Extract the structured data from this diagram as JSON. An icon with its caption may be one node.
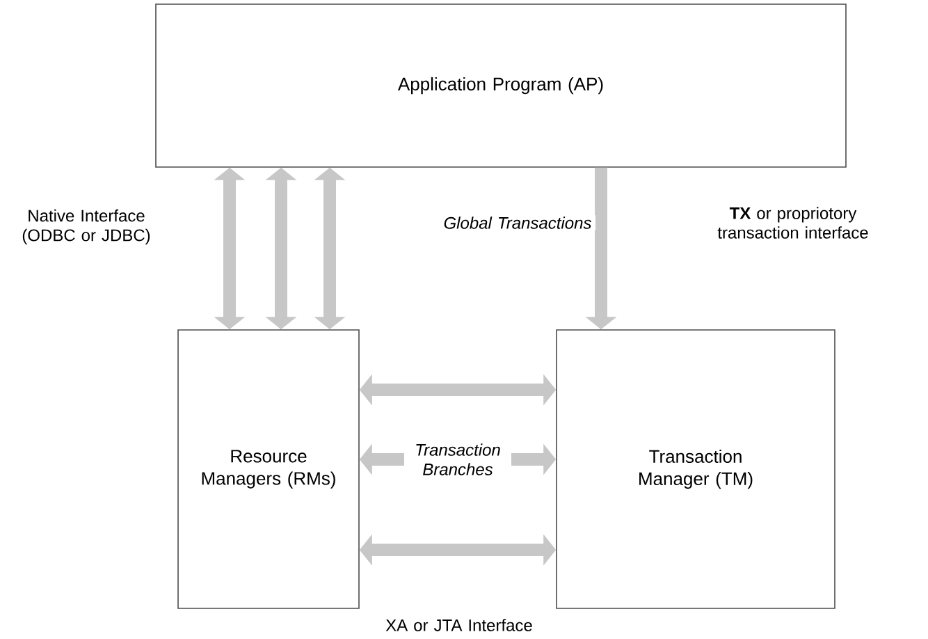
{
  "diagram": {
    "nodes": [
      {
        "text": [
          "Application Program (AP)"
        ]
      },
      {
        "text": [
          "Resource Managers (RMs)"
        ]
      },
      {
        "text": [
          "Transaction Manager (TM)"
        ]
      }
    ],
    "edges": [
      {
        "from": 0,
        "to": 1,
        "arrow": "both",
        "label": "Native Interface (ODBC or JDBC)"
      },
      {
        "from": 0,
        "to": 1,
        "arrow": "both"
      },
      {
        "from": 0,
        "to": 1,
        "arrow": "both"
      },
      {
        "from": 0,
        "to": 2,
        "arrow": "to",
        "label": "Global Transactions"
      },
      {
        "from": 1,
        "to": 2,
        "arrow": "both"
      },
      {
        "from": 1,
        "to": 2,
        "arrow": "both",
        "label": "Transaction Branches"
      },
      {
        "from": 1,
        "to": 2,
        "arrow": "both"
      }
    ],
    "labels": [
      "**TX** or propriotory transaction interface",
      "XA or JTA Interface"
    ]
  }
}
